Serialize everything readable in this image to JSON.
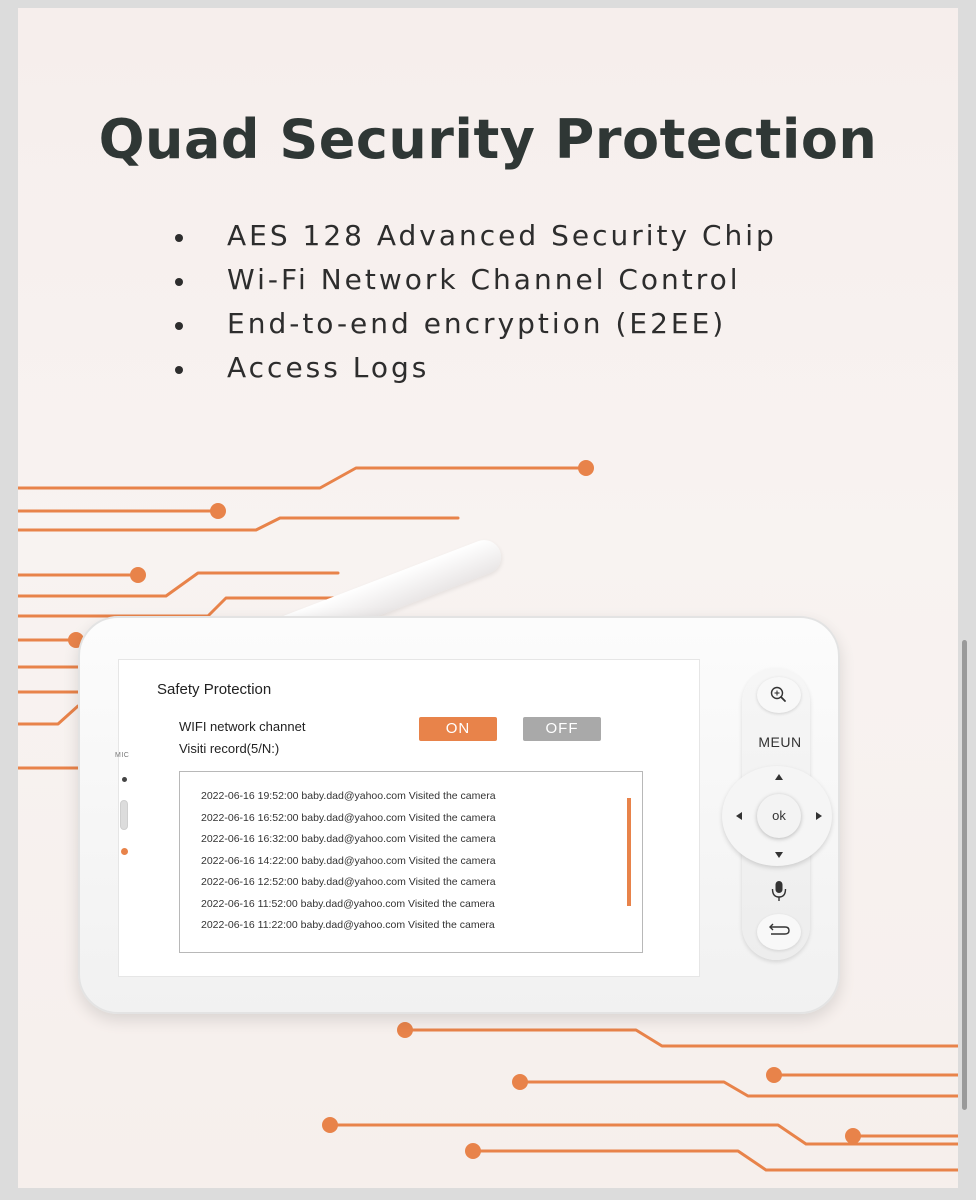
{
  "page": {
    "title": "Quad Security Protection",
    "features": [
      "AES 128 Advanced Security Chip",
      "Wi-Fi Network Channel Control",
      "End-to-end encryption (E2EE)",
      "Access Logs"
    ]
  },
  "device": {
    "side_label": "MIC",
    "screen": {
      "title": "Safety Protection",
      "wifi_label": "WIFI network channet",
      "visit_label": "Visiti record(5/N:)",
      "on_label": "ON",
      "off_label": "OFF",
      "logs": [
        "2022-06-16 19:52:00 baby.dad@yahoo.com Visited the camera",
        "2022-06-16 16:52:00 baby.dad@yahoo.com Visited the camera",
        "2022-06-16 16:32:00 baby.dad@yahoo.com Visited the camera",
        "2022-06-16 14:22:00 baby.dad@yahoo.com Visited the camera",
        "2022-06-16 12:52:00 baby.dad@yahoo.com Visited the camera",
        "2022-06-16 11:52:00 baby.dad@yahoo.com Visited the camera",
        "2022-06-16 11:22:00 baby.dad@yahoo.com Visited the camera"
      ]
    },
    "buttons": {
      "menu_label": "MEUN",
      "ok_label": "ok",
      "zoom_icon": "zoom-in-icon",
      "talk_icon": "microphone-icon",
      "back_icon": "return-icon"
    }
  },
  "colors": {
    "accent": "#e8834a",
    "off_gray": "#a9a9a9",
    "title_text": "#2f3735",
    "background": "#f6efec"
  }
}
